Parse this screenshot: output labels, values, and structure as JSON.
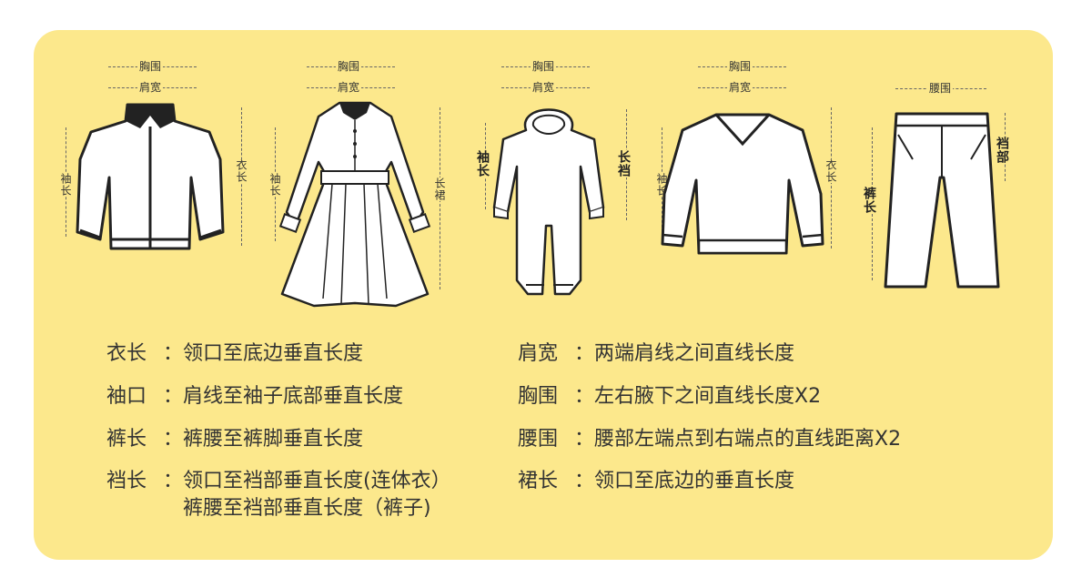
{
  "labels": {
    "chest": "胸围",
    "shoulder": "肩宽",
    "sleeve": "袖长",
    "length": "衣长",
    "skirt": "长裙",
    "crotch": "长裆",
    "waist": "腰围",
    "pants": "裤长",
    "rise": "裆部"
  },
  "legend": [
    {
      "term": "衣长",
      "colon": "：",
      "def": "领口至底边垂直长度"
    },
    {
      "term": "袖口",
      "colon": "：",
      "def": "肩线至袖子底部垂直长度"
    },
    {
      "term": "裤长",
      "colon": "：",
      "def": "裤腰至裤脚垂直长度"
    },
    {
      "term": "裆长",
      "colon": "：",
      "def": "领口至裆部垂直长度(连体衣）",
      "def2": "裤腰至裆部垂直长度（裤子)"
    },
    {
      "term": "肩宽",
      "colon": "：",
      "def": "两端肩线之间直线长度"
    },
    {
      "term": "胸围",
      "colon": "：",
      "def": "左右腋下之间直线长度X2"
    },
    {
      "term": "腰围",
      "colon": "：",
      "def": "腰部左端点到右端点的直线距离X2"
    },
    {
      "term": "裙长",
      "colon": "：",
      "def": "领口至底边的垂直长度"
    }
  ],
  "colors": {
    "card": "#fce88c",
    "outline": "#222222",
    "fill": "#ffffff"
  }
}
